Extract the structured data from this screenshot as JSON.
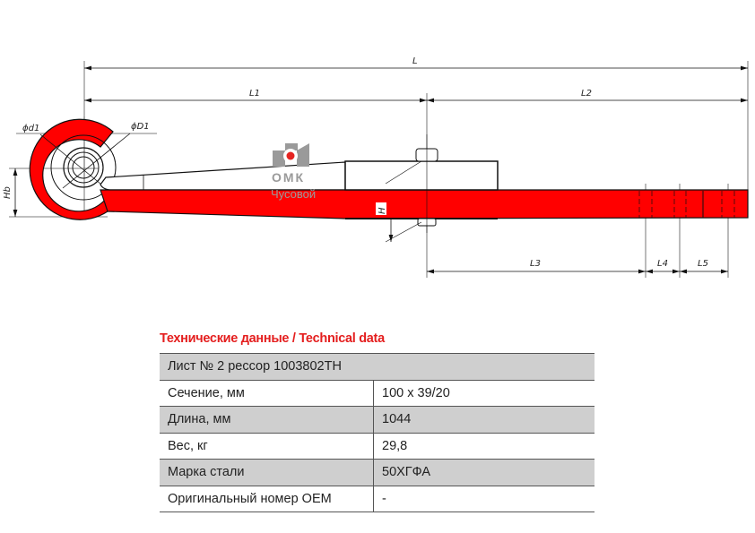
{
  "drawing": {
    "labels": {
      "L": "L",
      "L1": "L1",
      "L2": "L2",
      "L3": "L3",
      "L4": "L4",
      "L5": "L5",
      "H": "H",
      "Hb": "Hb",
      "d1": "ϕd1",
      "D1": "ϕD1"
    },
    "logo": {
      "name": "ОМК",
      "city": "Чусовой"
    },
    "colors": {
      "leaf": "#ff0000",
      "logo_gray": "#9a9a9a",
      "logo_red": "#e52421"
    }
  },
  "tech": {
    "title": "Технические данные / Technical data",
    "header": "Лист № 2 рессор  1003802TH",
    "rows": [
      {
        "label": "Сечение, мм",
        "value": "100 x 39/20"
      },
      {
        "label": "Длина, мм",
        "value": "1044"
      },
      {
        "label": "Вес, кг",
        "value": "29,8"
      },
      {
        "label": "Марка стали",
        "value": "50ХГФА"
      },
      {
        "label": "Оригинальный номер OEM",
        "value": "-"
      }
    ]
  }
}
